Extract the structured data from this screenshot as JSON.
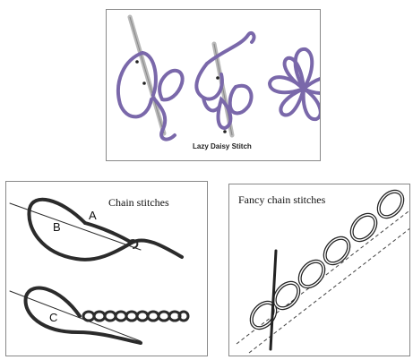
{
  "lazy_daisy": {
    "caption": "Lazy Daisy Stitch",
    "thread_color": "#7a68aa",
    "needle_color": "#b8b8b8"
  },
  "chain": {
    "caption": "Chain stitches",
    "label_a": "A",
    "label_b": "B",
    "label_c": "C",
    "thread_color": "#2b2b2b"
  },
  "fancy_chain": {
    "caption": "Fancy chain stitches",
    "thread_color": "#222222"
  }
}
